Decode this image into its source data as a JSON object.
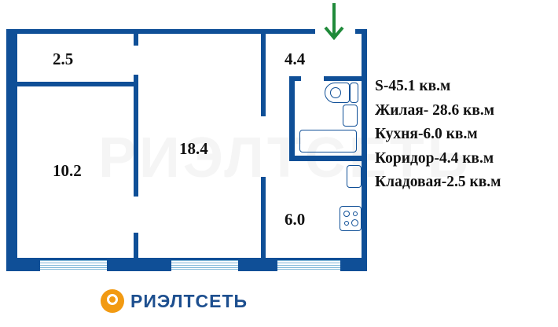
{
  "rooms": {
    "storage": "2.5",
    "bedroom": "10.2",
    "living": "18.4",
    "corridor": "4.4",
    "kitchen": "6.0"
  },
  "summary": [
    "S-45.1 кв.м",
    "Жилая- 28.6 кв.м",
    "Кухня-6.0 кв.м",
    "Коридор-4.4 кв.м",
    "Кладовая-2.5 кв.м"
  ],
  "watermark": "РИЭЛТСЕТЬ",
  "logo": {
    "text": "РИЭЛТСЕТЬ"
  },
  "colors": {
    "wall": "#0f4f97",
    "arrow": "#1f8a3a",
    "logo_orange": "#f29a12"
  }
}
